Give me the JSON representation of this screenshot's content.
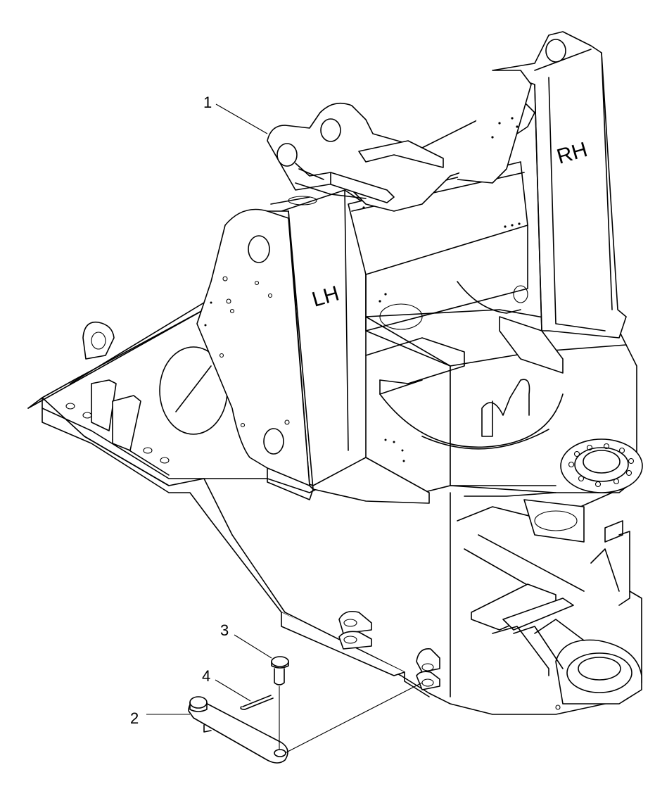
{
  "diagram": {
    "callouts": [
      {
        "id": "1",
        "text": "1"
      },
      {
        "id": "2",
        "text": "2"
      },
      {
        "id": "3",
        "text": "3"
      },
      {
        "id": "4",
        "text": "4"
      }
    ],
    "side_labels": {
      "left": "LH",
      "right": "RH"
    }
  }
}
